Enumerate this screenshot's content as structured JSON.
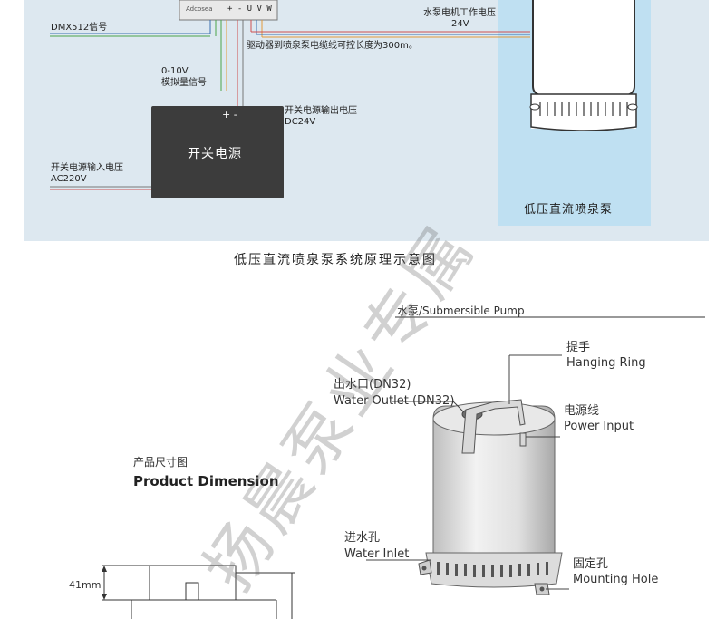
{
  "system_diagram": {
    "dmx_signal": "DMX512信号",
    "pump_motor_voltage_line1": "水泵电机工作电压",
    "pump_motor_voltage_line2": "24V",
    "cable_length_note": "驱动器到喷泉泵电缆线可控长度为300m。",
    "analog_signal_line1": "0-10V",
    "analog_signal_line2": "模拟量信号",
    "psu_output_line1": "开关电源输出电压",
    "psu_output_line2": "DC24V",
    "psu_label": "开关电源",
    "psu_terminals": "+   -",
    "psu_input_line1": "开关电源输入电压",
    "psu_input_line2": "AC220V",
    "driver_brand": "Adcosea",
    "driver_terminals": "+ -  U V W",
    "pump_label": "低压直流喷泉泵",
    "caption": "低压直流喷泉泵系统原理示意图"
  },
  "pump_diagram": {
    "title": "水泵/Submersible Pump",
    "hanging_ring_cn": "提手",
    "hanging_ring_en": "Hanging Ring",
    "water_outlet_cn": "出水口(DN32)",
    "water_outlet_en": "Water Outlet (DN32)",
    "power_input_cn": "电源线",
    "power_input_en": "Power Input",
    "water_inlet_cn": "进水孔",
    "water_inlet_en": "Water Inlet",
    "mounting_hole_cn": "固定孔",
    "mounting_hole_en": "Mounting Hole"
  },
  "dimension": {
    "title_cn": "产品尺寸图",
    "title_en": "Product Dimension",
    "height_label": "41mm"
  },
  "watermark": "扬晨泵业专属",
  "colors": {
    "panel_bg": "#dde8f0",
    "pump_zone_bg": "#bfe0f2",
    "psu_bg": "#3c3c3c"
  }
}
